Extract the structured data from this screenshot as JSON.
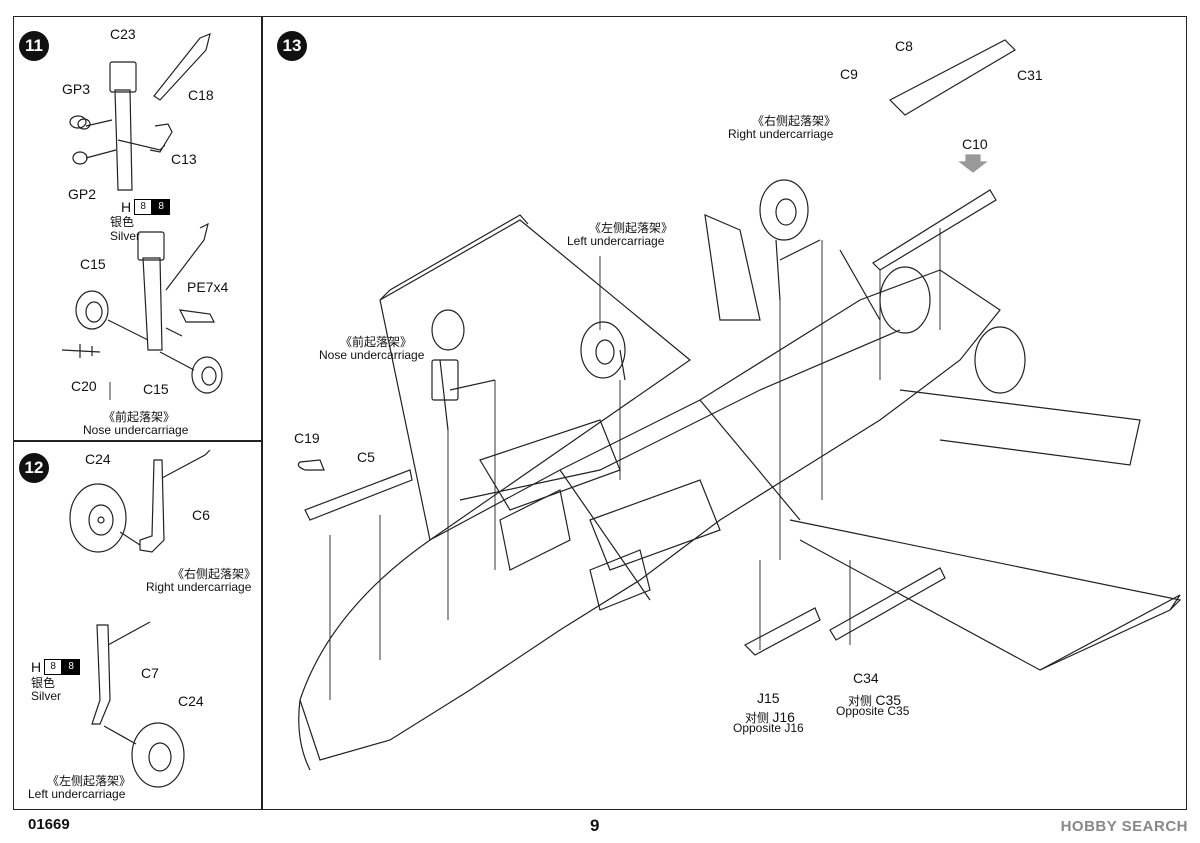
{
  "steps": {
    "s11": "11",
    "s12": "12",
    "s13": "13"
  },
  "panel11": {
    "parts": {
      "c23": "C23",
      "gp3": "GP3",
      "c18": "C18",
      "c13": "C13",
      "gp2": "GP2",
      "c15a": "C15",
      "pe7": "PE7x4",
      "c20": "C20",
      "c15b": "C15"
    },
    "paint": {
      "code": "H",
      "n1": "8",
      "n2": "8",
      "cn": "银色",
      "en": "Silver"
    },
    "caption": {
      "cn": "《前起落架》",
      "en": "Nose undercarriage"
    }
  },
  "panel12": {
    "parts": {
      "c24a": "C24",
      "c6": "C6",
      "c7": "C7",
      "c24b": "C24"
    },
    "right_caption": {
      "cn": "《右侧起落架》",
      "en": "Right undercarriage"
    },
    "paint": {
      "code": "H",
      "n1": "8",
      "n2": "8",
      "cn": "银色",
      "en": "Silver"
    },
    "left_caption": {
      "cn": "《左侧起落架》",
      "en": "Left undercarriage"
    }
  },
  "panel13": {
    "parts": {
      "c8": "C8",
      "c9": "C9",
      "c31": "C31",
      "c10": "C10",
      "c19": "C19",
      "c5": "C5",
      "j15": "J15",
      "c34": "C34"
    },
    "right_caption": {
      "cn": "《右侧起落架》",
      "en": "Right undercarriage"
    },
    "left_caption": {
      "cn": "《左侧起落架》",
      "en": "Left undercarriage"
    },
    "nose_caption": {
      "cn": "《前起落架》",
      "en": "Nose undercarriage"
    },
    "opp_j": {
      "cn": "对侧",
      "part": "J16",
      "en": "Opposite J16"
    },
    "opp_c": {
      "cn": "对侧",
      "part": "C35",
      "en": "Opposite C35"
    }
  },
  "footer": {
    "code": "01669",
    "page": "9"
  },
  "watermark": "HOBBY SEARCH"
}
